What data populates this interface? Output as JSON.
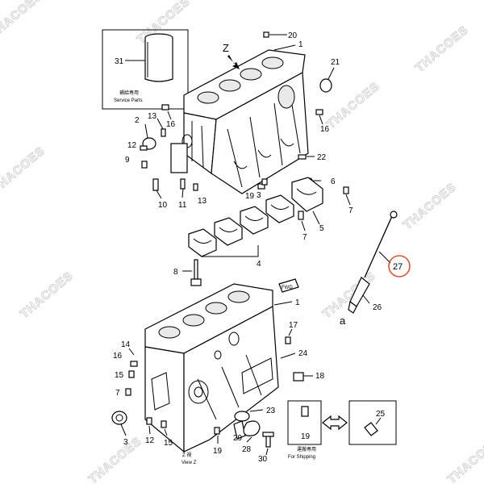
{
  "watermark": "THACOES",
  "view_label": "Z",
  "view_caption_jp": "Z 視",
  "view_caption": "View Z",
  "arrow_letter": "a",
  "fwd_label": "FWD",
  "service_parts_jp": "補給専用",
  "service_parts": "Service Parts",
  "for_shipping_jp": "運搬専用",
  "for_shipping": "For Shipping",
  "highlighted_part": "27",
  "highlight_color": "#e8542a",
  "callouts": [
    "20",
    "1",
    "21",
    "31",
    "2",
    "13",
    "16",
    "16",
    "12",
    "9",
    "22",
    "6",
    "10",
    "11",
    "13",
    "19",
    "3",
    "7",
    "7",
    "5",
    "4",
    "8",
    "27",
    "26",
    "1",
    "17",
    "14",
    "16",
    "15",
    "24",
    "18",
    "7",
    "23",
    "3",
    "12",
    "15",
    "19",
    "29",
    "28",
    "30",
    "19",
    "25"
  ]
}
